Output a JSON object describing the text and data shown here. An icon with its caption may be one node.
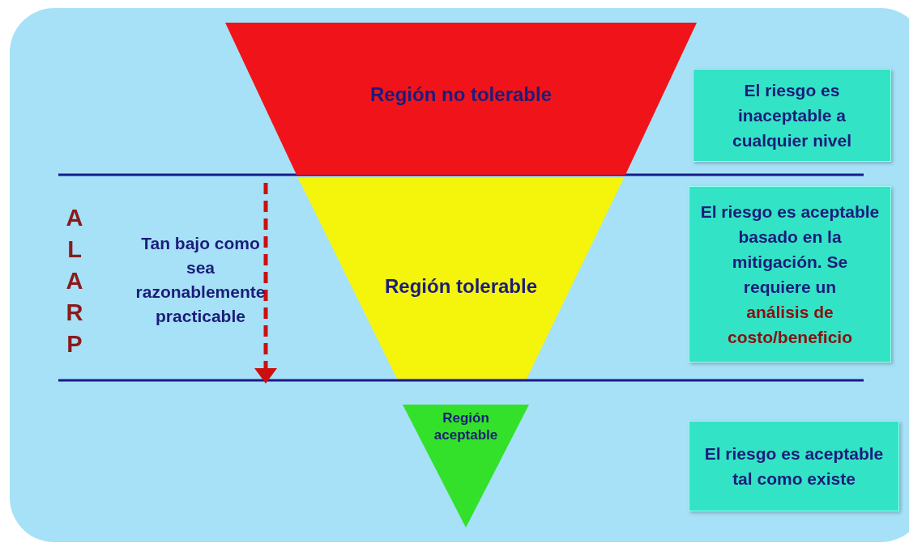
{
  "diagram": {
    "nodes": [
      {
        "text": [
          "Región no tolerable"
        ]
      },
      {
        "text": [
          "Región tolerable"
        ]
      },
      {
        "text": [
          "Región aceptable"
        ]
      },
      {
        "text": [
          "El riesgo es inaceptable a cualquier nivel"
        ]
      },
      {
        "text": [
          "El riesgo es aceptable basado en la mitigación. Se requiere un",
          "análisis de costo/beneficio"
        ]
      },
      {
        "text": [
          "El riesgo es aceptable tal como existe"
        ]
      }
    ],
    "edges": [],
    "labels": [
      "ALARP",
      "Tan bajo como sea razonablemente practicable"
    ]
  }
}
